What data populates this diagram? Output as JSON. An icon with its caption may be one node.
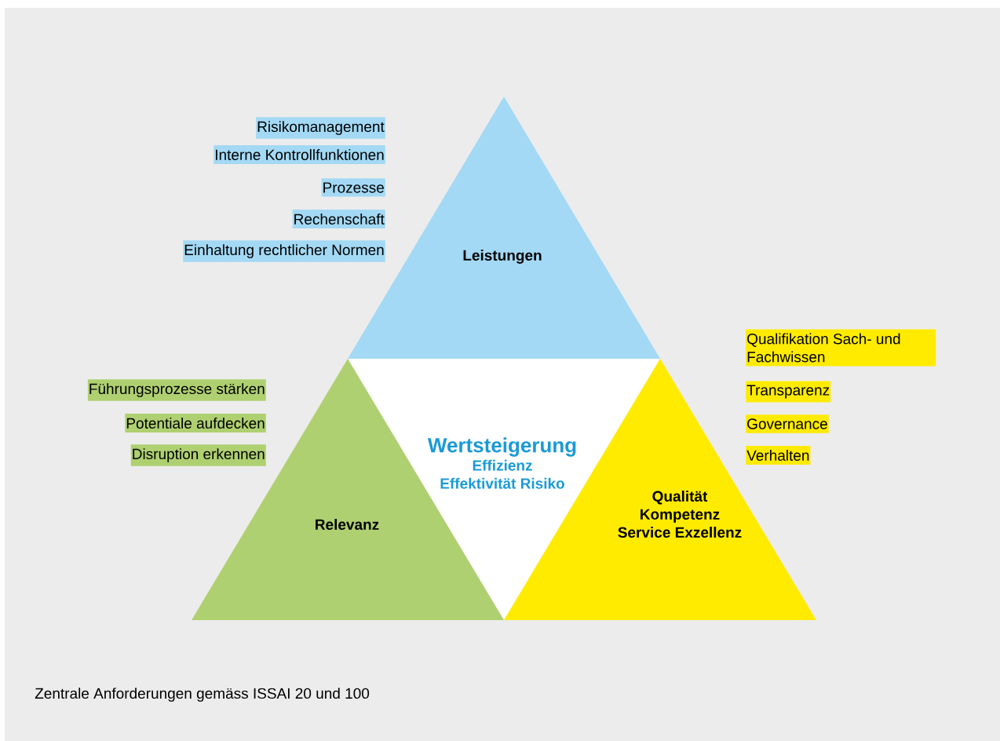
{
  "diagram": {
    "caption": "Zentrale Anforderungen gemäss ISSAI 20 und 100",
    "nodes": [
      {
        "text": [
          "Leistungen"
        ]
      },
      {
        "text": [
          "Wertsteigerung",
          "Effizienz Effektivität Risiko"
        ]
      },
      {
        "text": [
          "Relevanz"
        ]
      },
      {
        "text": [
          "Qualität Kompetenz Service Exzellenz"
        ]
      },
      {
        "text": [
          "Risikomanagement"
        ]
      },
      {
        "text": [
          "Interne Kontrollfunktionen"
        ]
      },
      {
        "text": [
          "Prozesse"
        ]
      },
      {
        "text": [
          "Rechenschaft"
        ]
      },
      {
        "text": [
          "Einhaltung rechtlicher Normen"
        ]
      },
      {
        "text": [
          "Führungsprozesse stärken"
        ]
      },
      {
        "text": [
          "Potentiale aufdecken"
        ]
      },
      {
        "text": [
          "Disruption erkennen"
        ]
      },
      {
        "text": [
          "Qualifikation Sach- und Fachwissen"
        ]
      },
      {
        "text": [
          "Transparenz"
        ]
      },
      {
        "text": [
          "Governance"
        ]
      },
      {
        "text": [
          "Verhalten"
        ]
      }
    ],
    "edges": []
  }
}
